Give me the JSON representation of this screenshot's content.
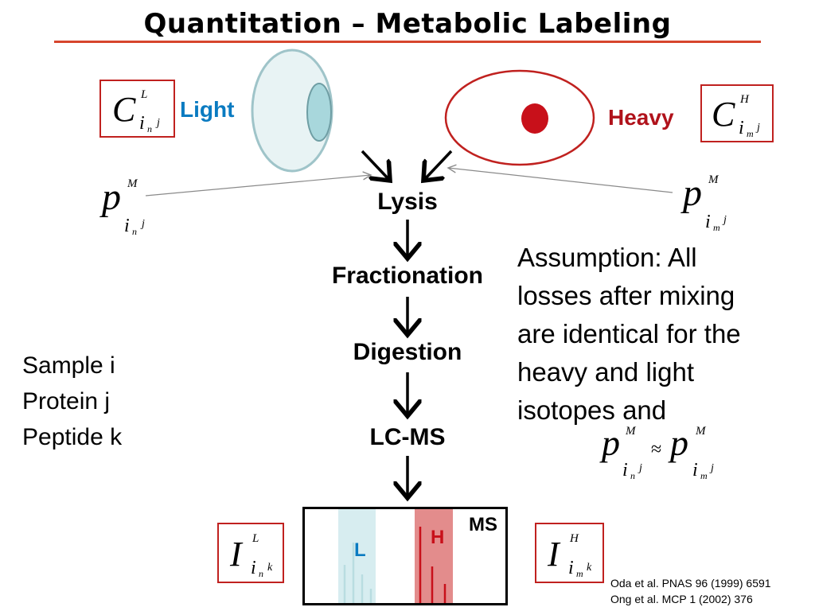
{
  "title": "Quantitation – Metabolic Labeling",
  "labels": {
    "light": "Light",
    "heavy": "Heavy"
  },
  "workflow": [
    "Lysis",
    "Fractionation",
    "Digestion",
    "LC-MS"
  ],
  "assumption": [
    "Assumption: All",
    "losses after mixing",
    "are identical for the",
    "heavy and light",
    "isotopes and"
  ],
  "legend": [
    "Sample i",
    "Protein j",
    "Peptide k"
  ],
  "ms_panel": {
    "title": "MS",
    "light": "L",
    "heavy": "H"
  },
  "math": {
    "conc_light": {
      "base": "C",
      "sup": "L",
      "sub": "i",
      "subsub": "n",
      "sub2": "j"
    },
    "conc_heavy": {
      "base": "C",
      "sup": "H",
      "sub": "i",
      "subsub": "m",
      "sub2": "j"
    },
    "p_light": {
      "base": "p",
      "sup": "M",
      "sub": "i",
      "subsub": "n",
      "sub2": "j"
    },
    "p_heavy": {
      "base": "p",
      "sup": "M",
      "sub": "i",
      "subsub": "m",
      "sub2": "j"
    },
    "approx": "≈",
    "int_light": {
      "base": "I",
      "sup": "L",
      "sub": "i",
      "subsub": "n",
      "sub2": "k"
    },
    "int_heavy": {
      "base": "I",
      "sup": "H",
      "sub": "i",
      "subsub": "m",
      "sub2": "k"
    }
  },
  "references": [
    "Oda et al. PNAS 96 (1999) 6591",
    "Ong et al. MCP 1 (2002) 376"
  ],
  "colors": {
    "light_cell": "#e8f3f4",
    "light_nucleus": "#a8d7dc",
    "heavy_cell": "#c0211f",
    "heavy_nucleus": "#c8101a",
    "accent": "#d7452d",
    "light_band": "#d7edf0",
    "heavy_band": "#e38c8c"
  }
}
